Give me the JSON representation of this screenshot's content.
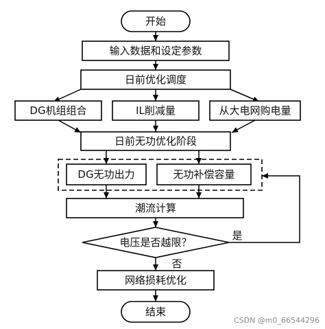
{
  "flowchart": {
    "start": "开始",
    "input": "输入数据和设定参数",
    "day_ahead_dispatch": "日前优化调度",
    "branch_dg": "DG机组组合",
    "branch_il": "IL削减量",
    "branch_grid": "从大电网购电量",
    "reactive_stage": "日前无功优化阶段",
    "dg_reactive": "DG无功出力",
    "compensation": "无功补偿容量",
    "power_flow": "潮流计算",
    "decision": "电压是否越限？",
    "yes_label": "是",
    "no_label": "否",
    "loss_opt": "网络损耗优化",
    "end": "结束"
  },
  "watermark": "CSDN @m0_66544296"
}
